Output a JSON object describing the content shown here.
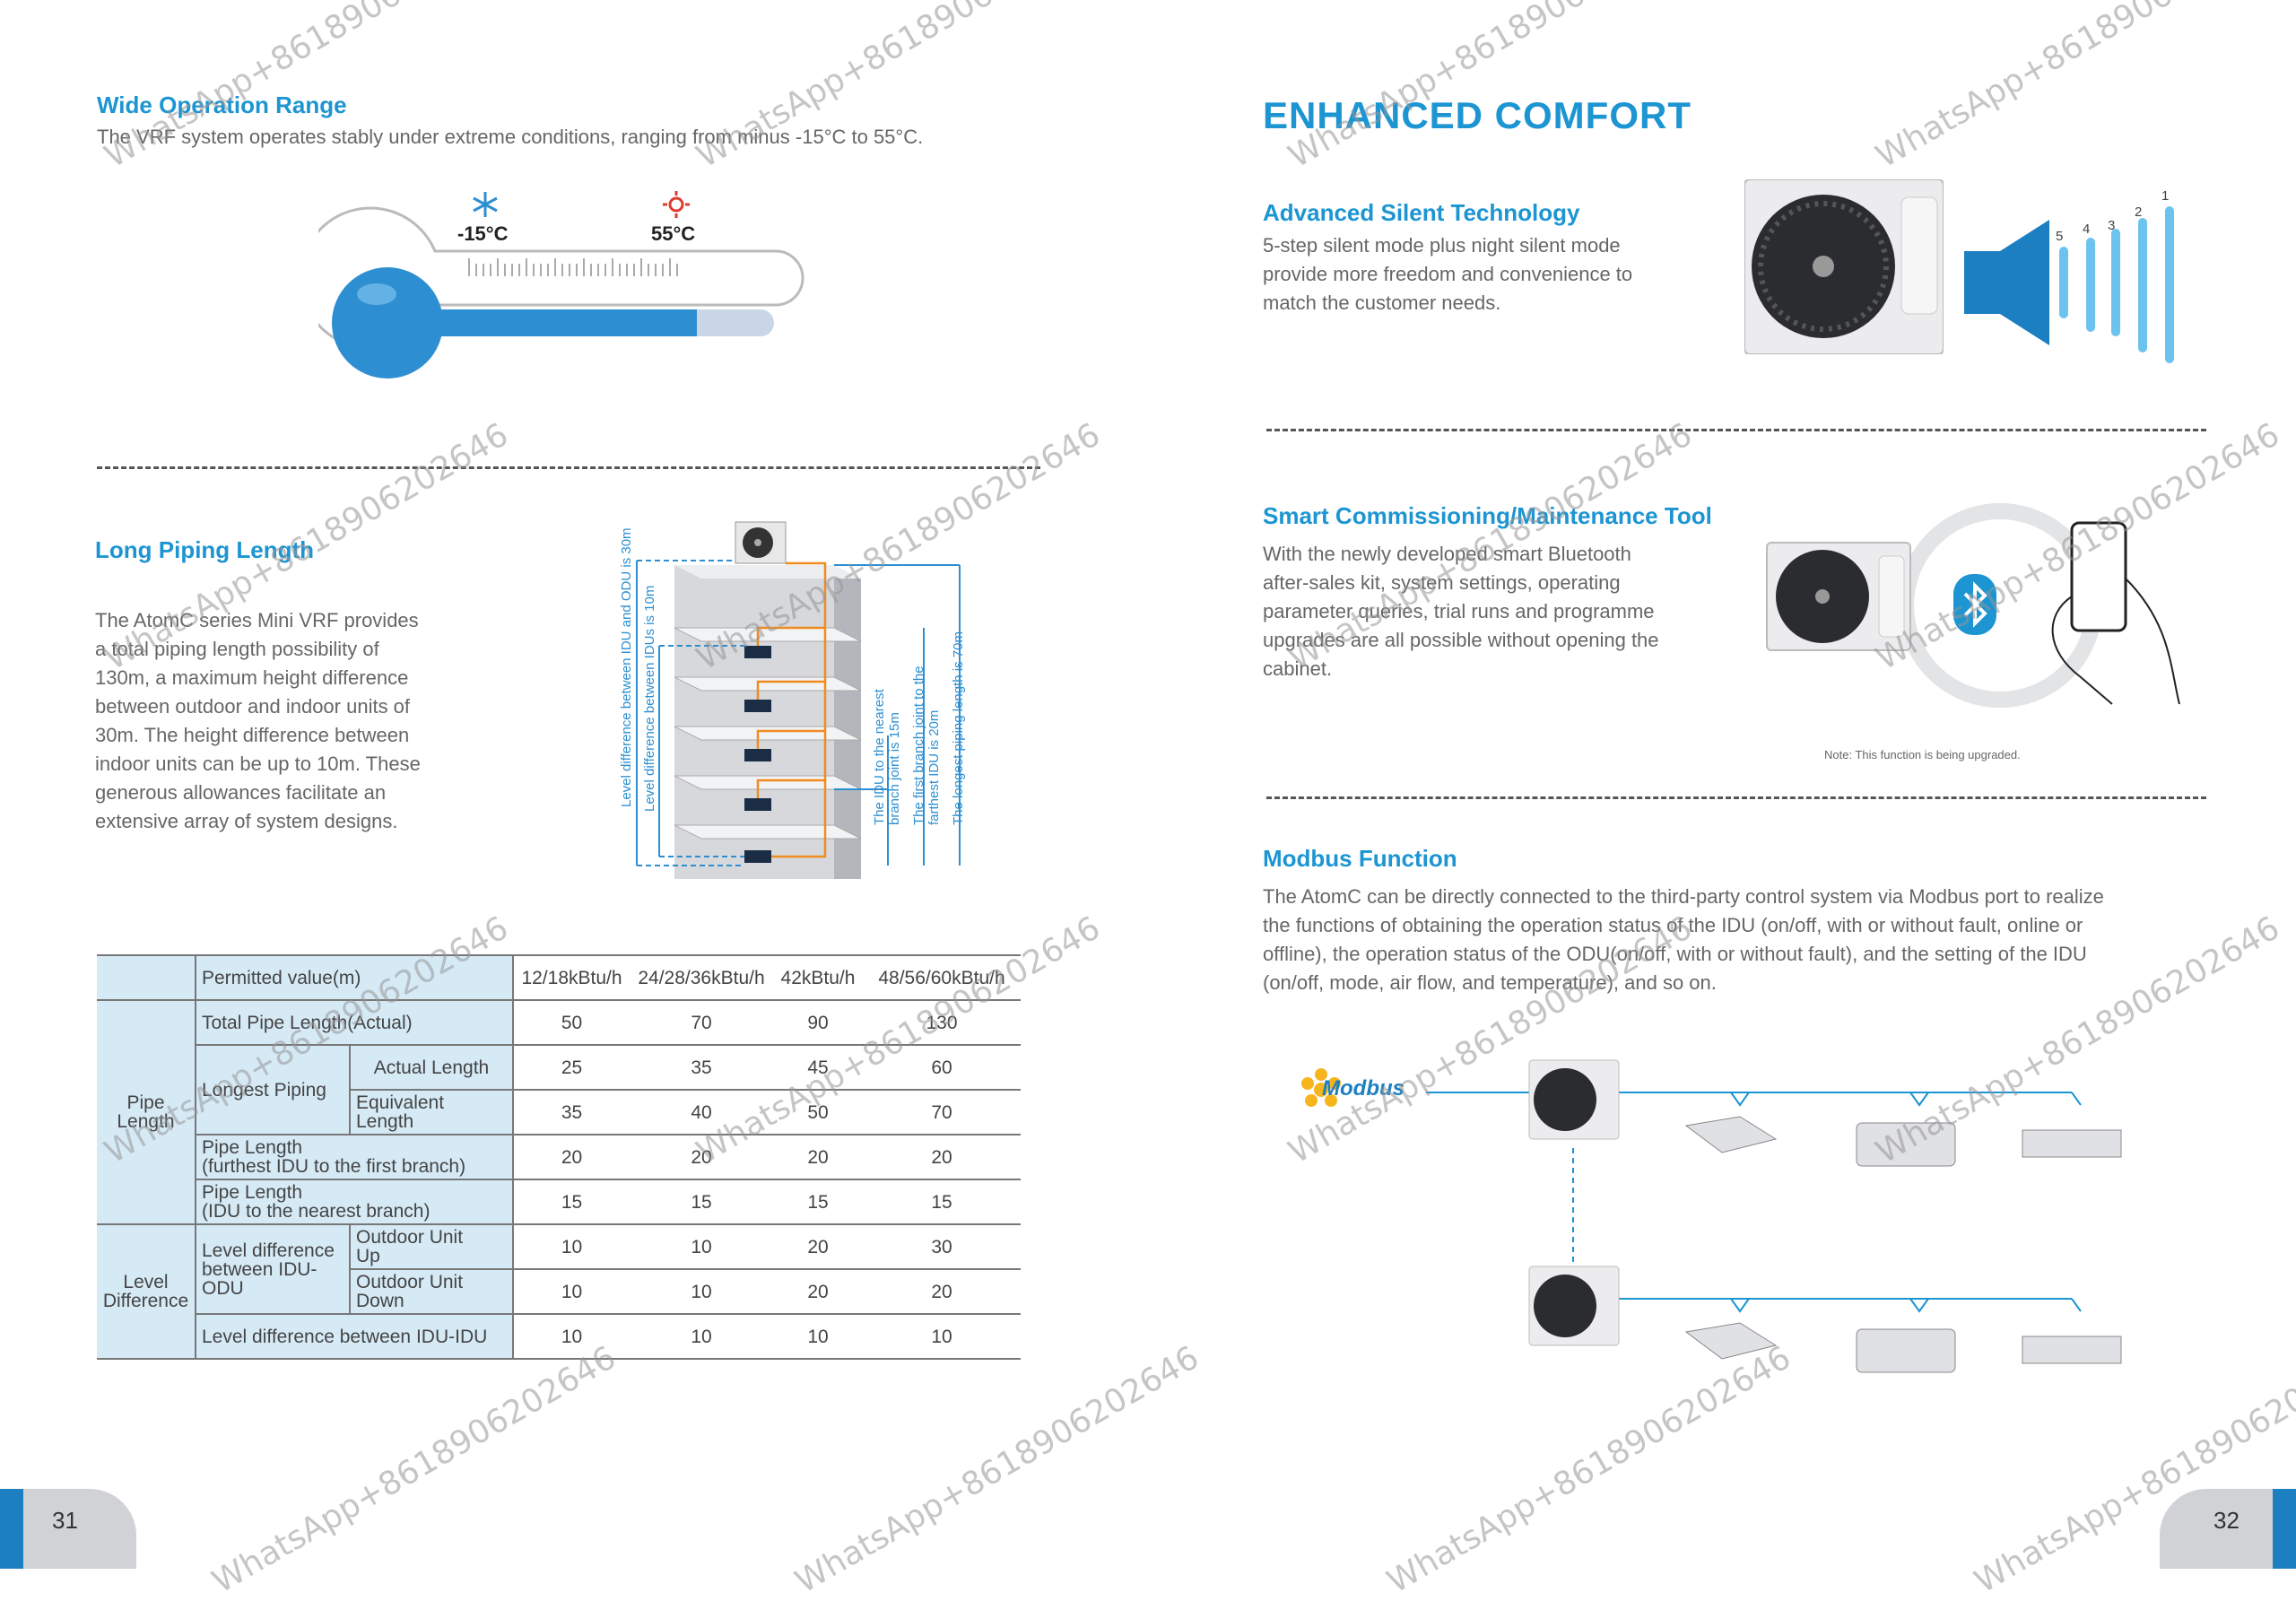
{
  "left": {
    "wide_range": {
      "title": "Wide Operation Range",
      "text": "The VRF system operates stably under extreme conditions, ranging from minus -15°C to 55°C.",
      "cold_label": "-15°C",
      "hot_label": "55°C",
      "cold_icon": "snowflake-icon",
      "hot_icon": "sun-icon"
    },
    "piping": {
      "title": "Long Piping Length",
      "text_lines": [
        "The AtomC series Mini VRF provides",
        "a total piping length possibility of",
        "130m, a maximum height difference",
        "between outdoor and indoor units of",
        "30m. The height difference between",
        "indoor units can be up to 10m. These",
        "generous allowances facilitate an",
        "extensive array of system designs."
      ],
      "diagram_labels": {
        "idu_odu": "Level difference between IDU and ODU is 30m",
        "idus": "Level difference between IDUs is 10m",
        "nearest": [
          "The IDU to the nearest",
          "branch joint is 15m"
        ],
        "first_branch": [
          "The first branch joint to the",
          "farthest IDU is 20m"
        ],
        "longest": "The longest piping length is 70m"
      }
    },
    "table": {
      "header": {
        "permitted": "Permitted value(m)",
        "cols": [
          "12/18kBtu/h",
          "24/28/36kBtu/h",
          "42kBtu/h",
          "48/56/60kBtu/h"
        ]
      },
      "group_pipe": [
        "Pipe",
        "Length"
      ],
      "group_level": [
        "Level",
        "Difference"
      ],
      "total": {
        "label": "Total Pipe Length(Actual)",
        "values": [
          "50",
          "70",
          "90",
          "130"
        ]
      },
      "longest_label": "Longest Piping",
      "actual": {
        "label": "Actual Length",
        "values": [
          "25",
          "35",
          "45",
          "60"
        ]
      },
      "equivalent": {
        "label": "Equivalent Length",
        "values": [
          "35",
          "40",
          "50",
          "70"
        ]
      },
      "first_branch": {
        "label1": "Pipe Length",
        "label2": "(furthest IDU to the first branch)",
        "values": [
          "20",
          "20",
          "20",
          "20"
        ]
      },
      "nearest_branch": {
        "label1": "Pipe Length",
        "label2": "(IDU to the nearest branch)",
        "values": [
          "15",
          "15",
          "15",
          "15"
        ]
      },
      "idu_odu_label": [
        "Level difference",
        "between IDU-ODU"
      ],
      "odu_up": {
        "label": [
          "Outdoor Unit",
          "Up"
        ],
        "values": [
          "10",
          "10",
          "20",
          "30"
        ]
      },
      "odu_down": {
        "label": [
          "Outdoor Unit",
          "Down"
        ],
        "values": [
          "10",
          "10",
          "20",
          "20"
        ]
      },
      "idu_idu": {
        "label": "Level difference between IDU-IDU",
        "values": [
          "10",
          "10",
          "10",
          "10"
        ]
      }
    },
    "page_number": "31"
  },
  "right": {
    "heading": "ENHANCED COMFORT",
    "silent": {
      "title": "Advanced Silent Technology",
      "text_lines": [
        "5-step silent mode plus night silent mode",
        "provide more freedom and convenience to",
        "match the customer needs."
      ],
      "levels": [
        "5",
        "4",
        "3",
        "2",
        "1"
      ],
      "icon": "speaker-icon"
    },
    "smart": {
      "title": "Smart Commissioning/Maintenance Tool",
      "text_lines": [
        "With the newly developed smart Bluetooth",
        "after-sales kit, system settings, operating",
        "parameter queries, trial runs and programme",
        "upgrades are all possible without opening the",
        "cabinet."
      ],
      "note": "Note: This function is being upgraded.",
      "icon": "bluetooth-icon"
    },
    "modbus": {
      "title": "Modbus Function",
      "text_lines": [
        "The AtomC can be directly connected to the third-party control system via Modbus port to realize",
        "the functions of obtaining the operation status of the IDU (on/off, with or without fault, online or",
        "offline), the operation status of the ODU(on/off, with or without fault), and the setting of the IDU",
        "(on/off, mode, air flow, and temperature), and so on."
      ],
      "logo": "Modbus"
    },
    "page_number": "32"
  },
  "watermark": "WhatsApp+8618906202646",
  "colors": {
    "accent": "#1c95d2",
    "table_header": "#d6eaf6",
    "pipe": "#f08c1e"
  }
}
